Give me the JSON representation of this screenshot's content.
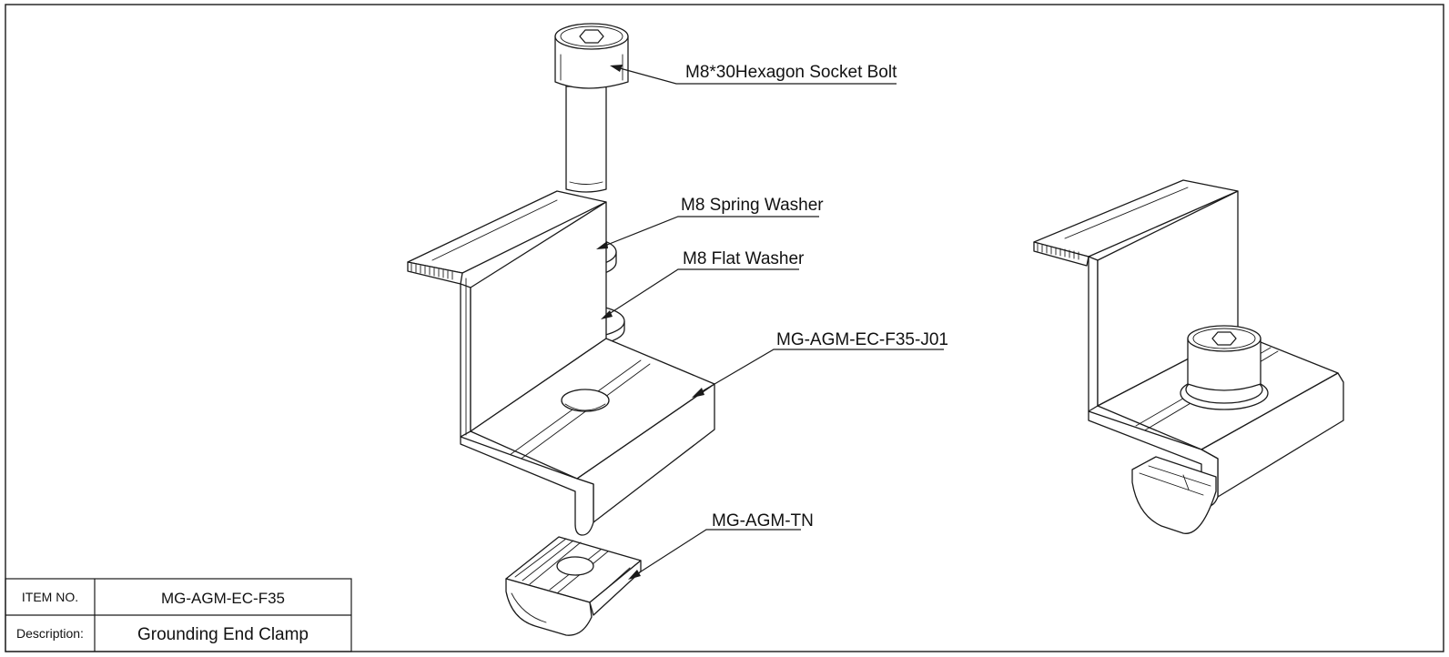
{
  "callouts": {
    "bolt": "M8*30Hexagon Socket Bolt",
    "spring_washer": "M8 Spring Washer",
    "flat_washer": "M8 Flat Washer",
    "clamp": "MG-AGM-EC-F35-J01",
    "t_nut": "MG-AGM-TN"
  },
  "title_block": {
    "item_no_label": "ITEM NO.",
    "item_no_value": "MG-AGM-EC-F35",
    "description_label": "Description:",
    "description_value": "Grounding End Clamp"
  }
}
